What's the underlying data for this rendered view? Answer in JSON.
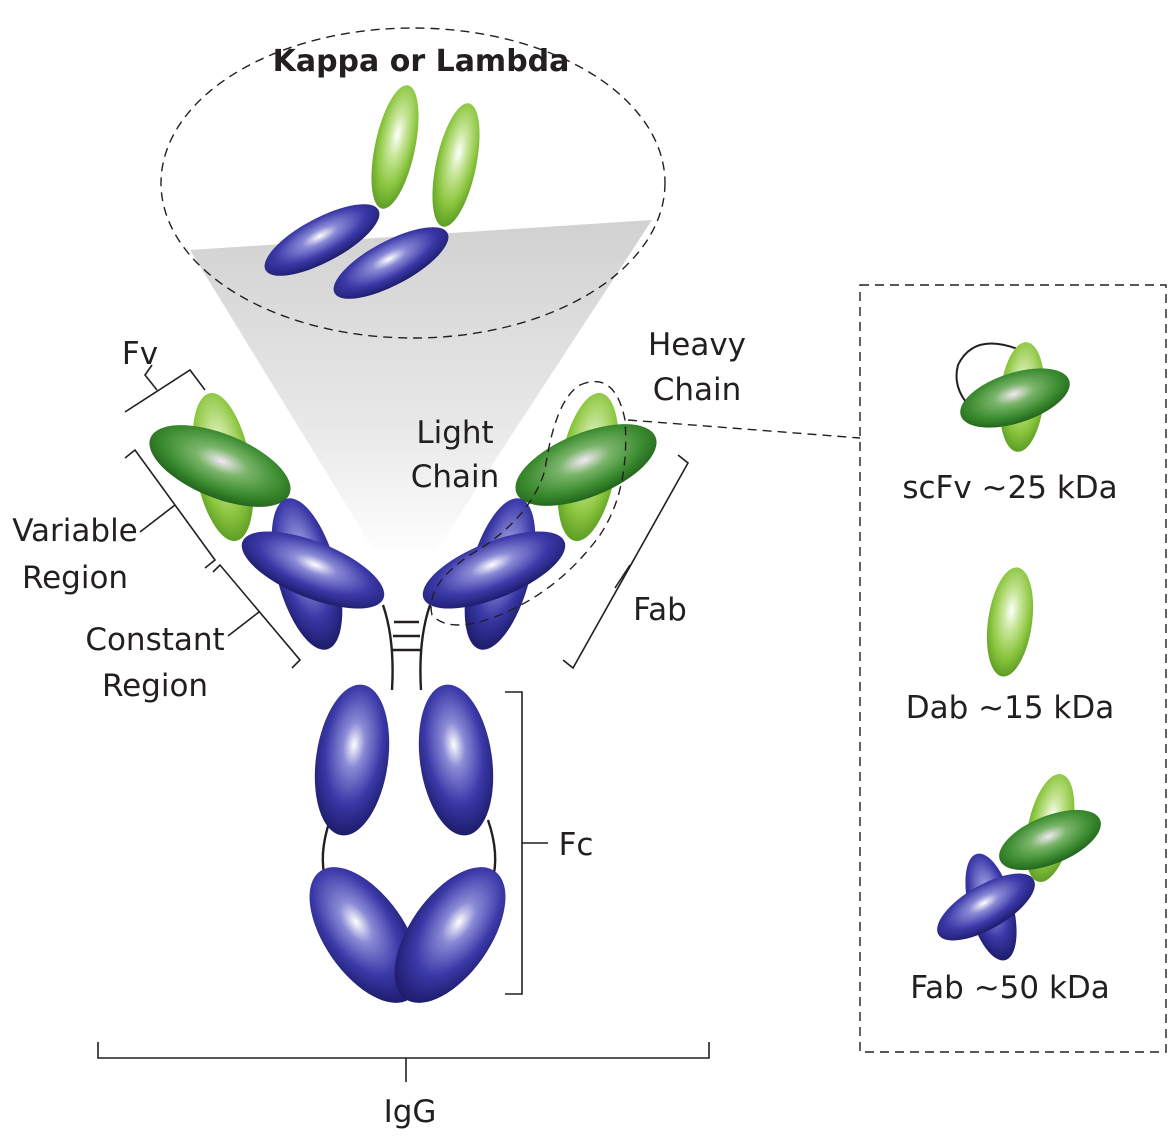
{
  "title": "Kappa or Lambda",
  "labels": {
    "fv": "Fv",
    "variable_region": [
      "Variable",
      "Region"
    ],
    "constant_region": [
      "Constant",
      "Region"
    ],
    "light_chain": [
      "Light",
      "Chain"
    ],
    "heavy_chain": [
      "Heavy",
      "Chain"
    ],
    "fab": "Fab",
    "fc": "Fc",
    "igg": "IgG"
  },
  "fragments": {
    "scfv": "scFv ~25 kDa",
    "dab": "Dab ~15 kDa",
    "fab": "Fab ~50 kDa"
  },
  "colors": {
    "light_green": "#8cc63f",
    "dark_green": "#3a8a2e",
    "blue": "#2b2a8c",
    "ink": "#231f20",
    "cone": "#d9d9d9"
  }
}
